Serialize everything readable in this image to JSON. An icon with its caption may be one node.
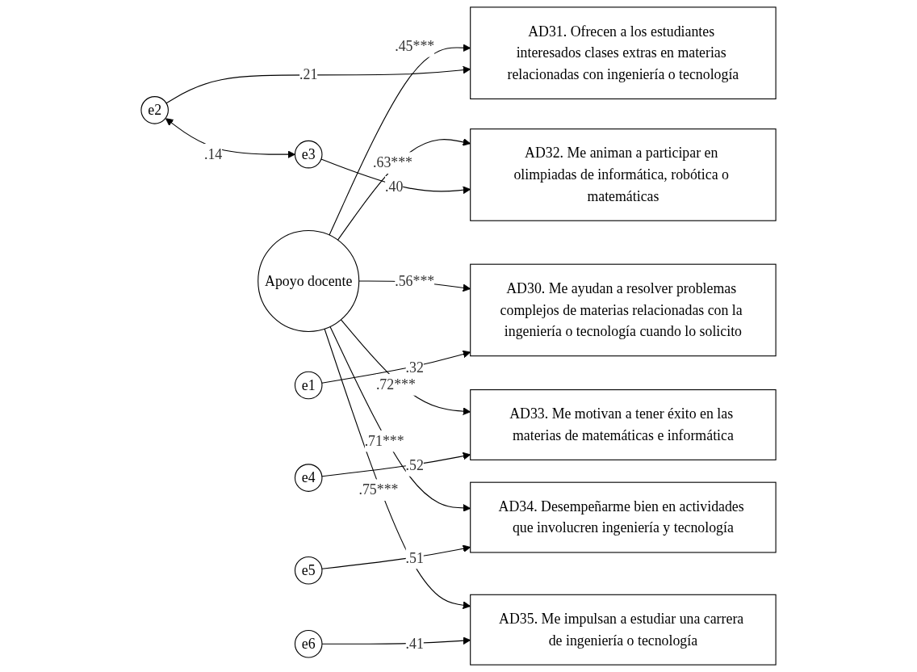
{
  "diagram": {
    "nodes": [
      {
        "text": [
          "Apoyo docente"
        ]
      },
      {
        "text": [
          "AD30. Me ayudan a resolver problemas complejos de materias relacionadas con la ingeniería o tecnología cuando lo solicito"
        ]
      },
      {
        "text": [
          "AD31. Ofrecen a los estudiantes interesados clases extras en materias relacionadas con ingeniería o tecnología"
        ]
      },
      {
        "text": [
          "AD32. Me animan a participar en olimpiadas de informática, robótica o matemáticas"
        ]
      },
      {
        "text": [
          "AD33. Me motivan a tener éxito en las materias de matemáticas e informática"
        ]
      },
      {
        "text": [
          "AD34. Desempeñarme bien en actividades que involucren ingeniería y tecnología"
        ]
      },
      {
        "text": [
          "AD35. Me impulsan a estudiar una carrera de ingeniería o tecnología"
        ]
      },
      {
        "text": [
          "e1"
        ]
      },
      {
        "text": [
          "e2"
        ]
      },
      {
        "text": [
          "e3"
        ]
      },
      {
        "text": [
          "e4"
        ]
      },
      {
        "text": [
          "e5"
        ]
      },
      {
        "text": [
          "e6"
        ]
      }
    ],
    "edges": [
      {
        "from": 0,
        "to": 1,
        "arrow": "to",
        "label": ".56***"
      },
      {
        "from": 0,
        "to": 2,
        "arrow": "to",
        "label": ".45***"
      },
      {
        "from": 0,
        "to": 3,
        "arrow": "to",
        "label": ".63***"
      },
      {
        "from": 0,
        "to": 4,
        "arrow": "to",
        "label": ".72***"
      },
      {
        "from": 0,
        "to": 5,
        "arrow": "to",
        "label": ".71***"
      },
      {
        "from": 0,
        "to": 6,
        "arrow": "to",
        "label": ".75***"
      },
      {
        "from": 7,
        "to": 1,
        "arrow": "to",
        "label": ".32"
      },
      {
        "from": 8,
        "to": 2,
        "arrow": "to",
        "label": ".21"
      },
      {
        "from": 9,
        "to": 3,
        "arrow": "to",
        "label": ".40"
      },
      {
        "from": 10,
        "to": 4,
        "arrow": "to",
        "label": ".52"
      },
      {
        "from": 11,
        "to": 5,
        "arrow": "to",
        "label": ".51"
      },
      {
        "from": 12,
        "to": 6,
        "arrow": "to",
        "label": ".41"
      },
      {
        "from": 8,
        "to": 9,
        "arrow": "both",
        "label": ".14"
      }
    ]
  }
}
